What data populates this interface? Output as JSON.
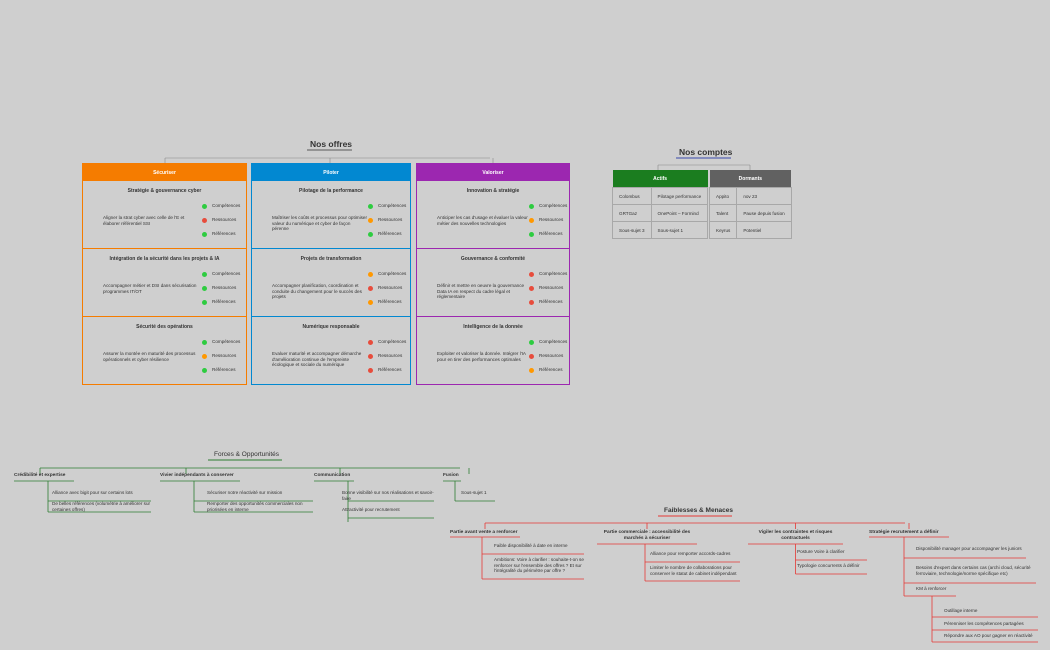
{
  "offers": {
    "title": "Nos offres",
    "columns": [
      {
        "name": "Sécuriser",
        "color": "#f57c00",
        "sections": [
          {
            "title": "Stratégie & gouvernance cyber",
            "desc": "Aligner la strat cyber avec celle de l'E et élaborer référentiel SSI",
            "leaves": [
              {
                "label": "Compétences",
                "status": "green"
              },
              {
                "label": "Ressources",
                "status": "red"
              },
              {
                "label": "Références",
                "status": "green"
              }
            ]
          },
          {
            "title": "Intégration de la sécurité dans les projets & IA",
            "desc": "Accompagner métier et DSI dans sécurisation programmes IT/OT",
            "leaves": [
              {
                "label": "Compétences",
                "status": "green"
              },
              {
                "label": "Ressources",
                "status": "green"
              },
              {
                "label": "Références",
                "status": "green"
              }
            ]
          },
          {
            "title": "Sécurité des opérations",
            "desc": "Assurer la montée en maturité des processus opérationnels et cyber résilience",
            "leaves": [
              {
                "label": "Compétences",
                "status": "green"
              },
              {
                "label": "Ressources",
                "status": "orange"
              },
              {
                "label": "Références",
                "status": "green"
              }
            ]
          }
        ]
      },
      {
        "name": "Piloter",
        "color": "#0288d1",
        "sections": [
          {
            "title": "Pilotage de la performance",
            "desc": "Maîtriser les coûts et processus pour optimiser valeur du numérique et cyber de façon pérenne",
            "leaves": [
              {
                "label": "Compétences",
                "status": "green"
              },
              {
                "label": "Ressources",
                "status": "orange"
              },
              {
                "label": "Références",
                "status": "green"
              }
            ]
          },
          {
            "title": "Projets de transformation",
            "desc": "Accompagner planification, coordination et conduite du changement pour le succès des projets",
            "leaves": [
              {
                "label": "Compétences",
                "status": "orange"
              },
              {
                "label": "Ressources",
                "status": "red"
              },
              {
                "label": "Références",
                "status": "orange"
              }
            ]
          },
          {
            "title": "Numérique responsable",
            "desc": "Evaluer maturité et accompagner démarche d'amélioration continue de l'empreinte écologique et sociale du numérique",
            "leaves": [
              {
                "label": "Compétences",
                "status": "red"
              },
              {
                "label": "Ressources",
                "status": "red"
              },
              {
                "label": "Références",
                "status": "red"
              }
            ]
          }
        ]
      },
      {
        "name": "Valoriser",
        "color": "#9c27b0",
        "sections": [
          {
            "title": "Innovation & stratégie",
            "desc": "Anticiper les cas d'usage et évaluer la valeur métier des nouvelles technologies",
            "leaves": [
              {
                "label": "Compétences",
                "status": "green"
              },
              {
                "label": "Ressources",
                "status": "orange"
              },
              {
                "label": "Références",
                "status": "green"
              }
            ]
          },
          {
            "title": "Gouvernance & conformité",
            "desc": "Définir et mettre en oeuvre la gouvernance Data IA en respect du cadre légal et réglementaire",
            "leaves": [
              {
                "label": "Compétences",
                "status": "red"
              },
              {
                "label": "Ressources",
                "status": "red"
              },
              {
                "label": "Références",
                "status": "red"
              }
            ]
          },
          {
            "title": "Intelligence de la donnée",
            "desc": "Exploiter et valoriser la donnée. Intégrer l'IA pour en tirer des performances optimales",
            "leaves": [
              {
                "label": "Compétences",
                "status": "green"
              },
              {
                "label": "Ressources",
                "status": "red"
              },
              {
                "label": "Références",
                "status": "orange"
              }
            ]
          }
        ]
      }
    ]
  },
  "accounts": {
    "title": "Nos comptes",
    "actifs_header": "Actifs",
    "dormants_header": "Dormants",
    "actifs_color": "#1b7d1f",
    "dormants_color": "#616161",
    "actifs_rows": [
      [
        "Colombus",
        "Pilotage performance"
      ],
      [
        "GRTGaz",
        "OnePoint – Formind"
      ],
      [
        "Sous-sujet 3",
        "Sous-sujet 1"
      ]
    ],
    "dormants_rows": [
      [
        "Appito",
        "nov 23"
      ],
      [
        "Talent",
        "Pause depuis fusion"
      ],
      [
        "Keyrus",
        "Potentiel"
      ]
    ]
  },
  "forces": {
    "title": "Forces & Opportunités",
    "color": "#2e7d32",
    "branches": [
      {
        "label": "Crédibilité et expertise",
        "leaves": [
          "Alliance avec bigit pour sur certains lots",
          "De belles références (volumétrie à améliorer sur certaines offres)"
        ]
      },
      {
        "label": "Vivier indépendants à conserver",
        "leaves": [
          "Sécuriser notre réactivité sur mission",
          "Remporter des opportunités commerciales non priorisées en interne"
        ]
      },
      {
        "label": "Communication",
        "leaves": [
          "Bonne visibilité sur nos réalisations et savoir-faire",
          "Attractivité pour recrutement"
        ]
      },
      {
        "label": "Fusion",
        "leaves": [
          "Sous-sujet 1"
        ]
      }
    ]
  },
  "faiblesses": {
    "title": "Faiblesses & Menaces",
    "color": "#e53935",
    "branches": [
      {
        "label": "Partie avant vente a renforcer",
        "leaves": [
          "Faible disponibilité à date en interne",
          "Ambitions: Voire à clarifier : souhaite-t-on se renforcer sur l'ensemble des offres ? Et sur l'intégralité du périmètre par offre ?"
        ]
      },
      {
        "label": "Partie commerciale : accessibilité des marchés à sécuriser",
        "leaves": [
          "Alliance pour remporter accords-cadres",
          "Limiter le nombre de collaborations pour conserver le statut de cabinet indépendant"
        ]
      },
      {
        "label": "Vigiler les contraintes et risques contractuels",
        "leaves": [
          "Posture Voire à clarifier",
          "Typologie concurrents à définir"
        ]
      },
      {
        "label": "Stratégie recrutement a définir",
        "leaves": [
          "Disponibilité manager pour accompagner les juniors",
          "Besoins d'expert dans certains cas (archi cloud, sécurité ferroviaire, technologie/norme spécifique etc)",
          "KM à renforcer"
        ],
        "subleaves": [
          "Outillage interne",
          "Pérenniser les compétences partagées",
          "Répondre aux AO pour gagner en réactivité"
        ]
      }
    ]
  }
}
